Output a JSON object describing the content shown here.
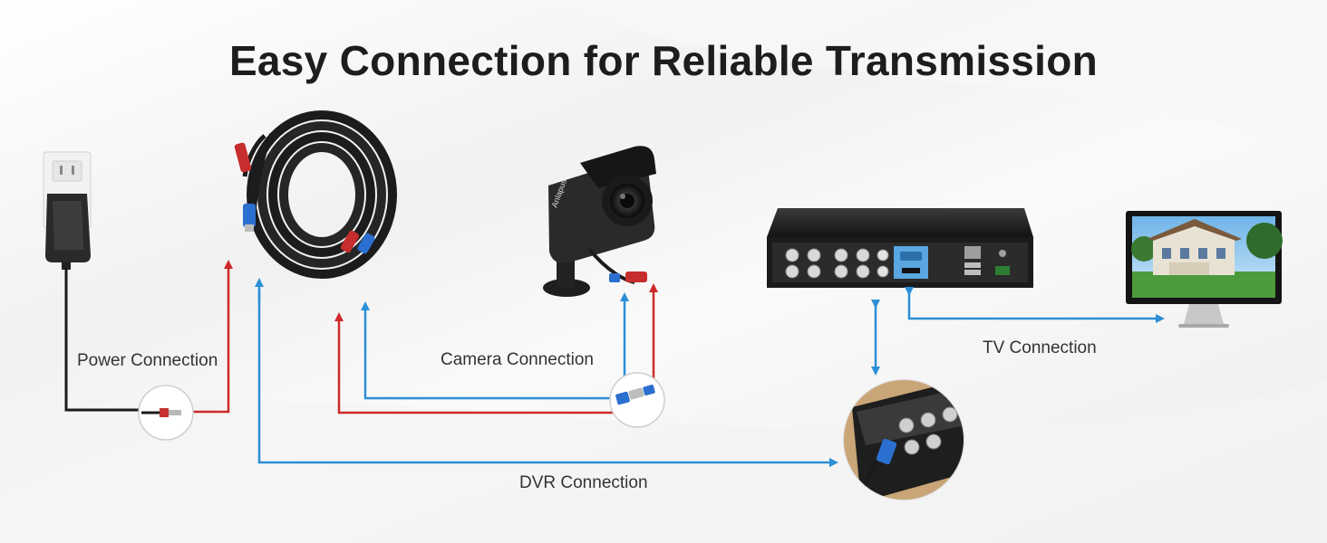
{
  "title": "Easy Connection for Reliable Transmission",
  "labels": {
    "power": "Power Connection",
    "camera": "Camera Connection",
    "tv": "TV Connection",
    "dvr": "DVR Connection"
  },
  "camera_brand": "Anlapus",
  "colors": {
    "red_line": "#cc2a2a",
    "blue_line": "#2b8fd6",
    "black_cable": "#1a1a1a"
  }
}
